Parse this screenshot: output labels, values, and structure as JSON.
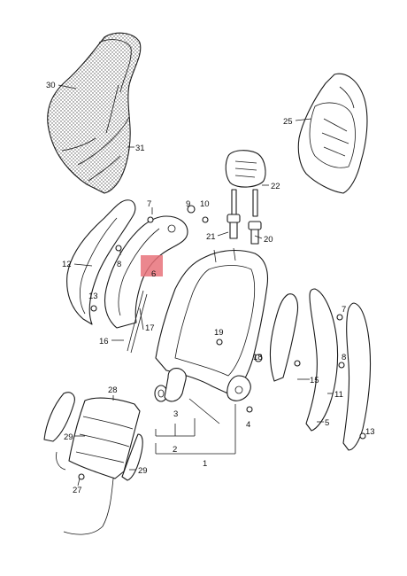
{
  "diagram": {
    "highlight_color": "#e8727a",
    "callouts": [
      "30",
      "31",
      "25",
      "22",
      "7",
      "9",
      "10",
      "21",
      "20",
      "8",
      "6",
      "12",
      "13",
      "16",
      "17",
      "19",
      "18",
      "7",
      "8",
      "15",
      "11",
      "5",
      "13",
      "4",
      "1",
      "2",
      "3",
      "28",
      "29",
      "29",
      "27"
    ]
  }
}
